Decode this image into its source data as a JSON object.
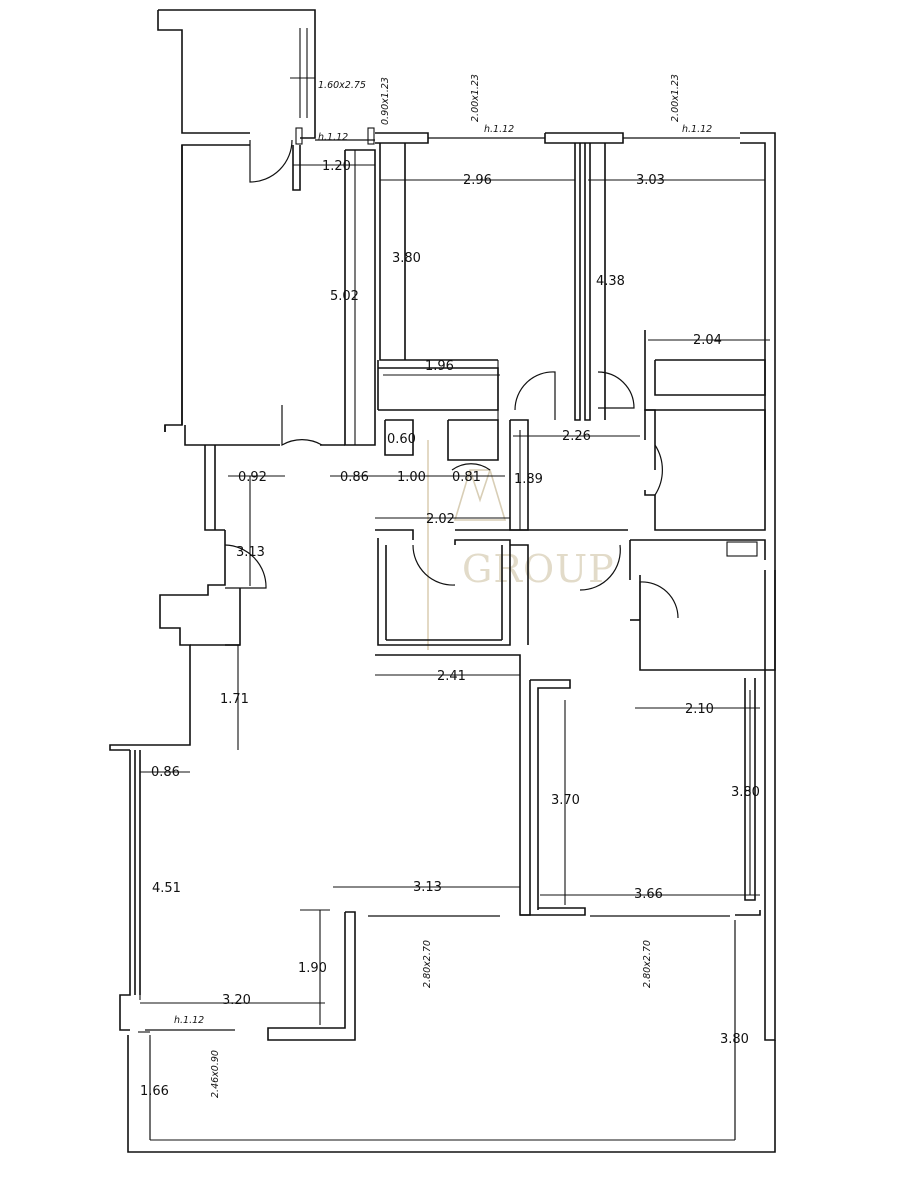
{
  "plan": {
    "watermark": "GROUP",
    "dimensions": {
      "d_1_20": "1.20",
      "d_2_96": "2.96",
      "d_3_03": "3.03",
      "d_3_80_a": "3.80",
      "d_5_02": "5.02",
      "d_4_38": "4.38",
      "d_2_04": "2.04",
      "d_1_96": "1.96",
      "d_0_60": "0.60",
      "d_2_26": "2.26",
      "d_0_92": "0.92",
      "d_0_86_a": "0.86",
      "d_1_00": "1.00",
      "d_0_81": "0.81",
      "d_1_89": "1.89",
      "d_2_02": "2.02",
      "d_3_13_a": "3.13",
      "d_2_41": "2.41",
      "d_1_71": "1.71",
      "d_2_10": "2.10",
      "d_0_86_b": "0.86",
      "d_3_70": "3.70",
      "d_3_80_b": "3.80",
      "d_4_51": "4.51",
      "d_3_13_b": "3.13",
      "d_3_66": "3.66",
      "d_1_90": "1.90",
      "d_3_20": "3.20",
      "d_1_66": "1.66",
      "d_3_80_c": "3.80"
    },
    "openings": {
      "o_160x275": "1.60x2.75",
      "o_090x123": "0.90x1.23",
      "o_h112_a": "h.1.12",
      "o_200x123_a": "2.00x1.23",
      "o_h112_b": "h.1.12",
      "o_200x123_b": "2.00x1.23",
      "o_h112_c": "h.1.12",
      "o_280x270_a": "2.80x2.70",
      "o_280x270_b": "2.80x2.70",
      "o_h112_d": "h.1.12",
      "o_246x090": "2.46x0.90"
    }
  }
}
